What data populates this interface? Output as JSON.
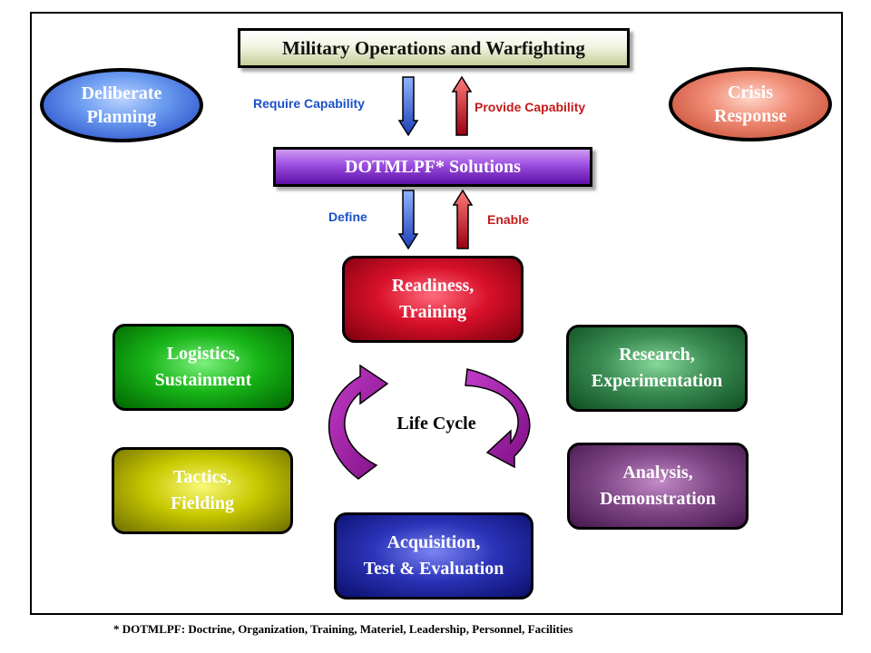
{
  "title": "Military Operations and Warfighting",
  "solutions": "DOTMLPF* Solutions",
  "ovals": {
    "left": "Deliberate\nPlanning",
    "right": "Crisis\nResponse"
  },
  "arrows": {
    "require": "Require Capability",
    "provide": "Provide Capability",
    "define": "Define",
    "enable": "Enable"
  },
  "boxes": {
    "readiness": "Readiness,\nTraining",
    "logistics": "Logistics,\nSustainment",
    "research": "Research,\nExperimentation",
    "tactics": "Tactics,\nFielding",
    "analysis": "Analysis,\nDemonstration",
    "acquisition": "Acquisition,\nTest & Evaluation"
  },
  "life_cycle": "Life Cycle",
  "footnote": "* DOTMLPF:  Doctrine, Organization, Training, Materiel, Leadership, Personnel, Facilities",
  "colors": {
    "down_arrow": "#2a57c9",
    "up_arrow": "#d41a2c",
    "cycle_arrow": "#9b1fa0",
    "readiness": "#c8102e",
    "logistics": "#18a818",
    "research": "#2f7a46",
    "tactics": "#b4b400",
    "analysis": "#6d3a74",
    "acquisition": "#222aa8"
  }
}
